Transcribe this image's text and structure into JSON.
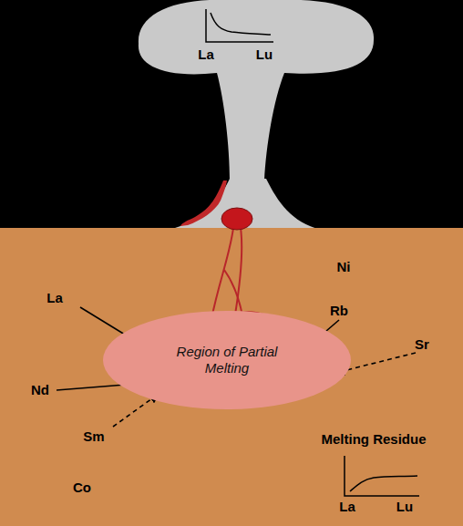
{
  "diagram": {
    "nodes": [
      {
        "text": [
          "Region of Partial Melting"
        ]
      }
    ],
    "labels": [
      "La",
      "Lu",
      "Ni",
      "La",
      "Rb",
      "Sr",
      "Nd",
      "Sm",
      "Co",
      "Melting Residue",
      "La",
      "Lu"
    ]
  }
}
